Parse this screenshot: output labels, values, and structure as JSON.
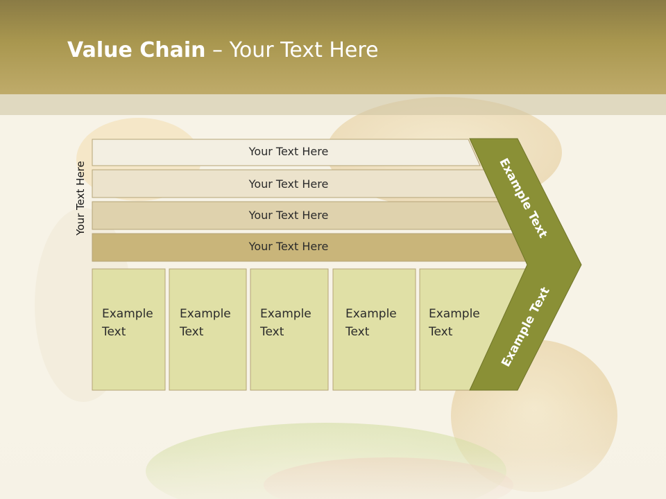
{
  "slide": {
    "title_bold": "Value Chain",
    "title_rest": " – Your Text Here",
    "side_label": "Your Text Here",
    "bands": [
      {
        "label": "Your Text Here",
        "color": "#f3efe2"
      },
      {
        "label": "Your Text Here",
        "color": "#ece3cc"
      },
      {
        "label": "Your Text Here",
        "color": "#dfd2ad"
      },
      {
        "label": "Your Text Here",
        "color": "#c9b57a"
      }
    ],
    "columns": [
      {
        "line1": "Example",
        "line2": "Text"
      },
      {
        "line1": "Example",
        "line2": "Text"
      },
      {
        "line1": "Example",
        "line2": "Text"
      },
      {
        "line1": "Example",
        "line2": "Text"
      },
      {
        "line1": "Example",
        "line2": "Text"
      }
    ],
    "chevron_top": "Example Text",
    "chevron_bottom": "Example Text",
    "colors": {
      "header": "#a9974f",
      "column_fill": "#e0e0a6",
      "chevron_fill": "#8a9036",
      "band_border": "#b5a477"
    }
  }
}
